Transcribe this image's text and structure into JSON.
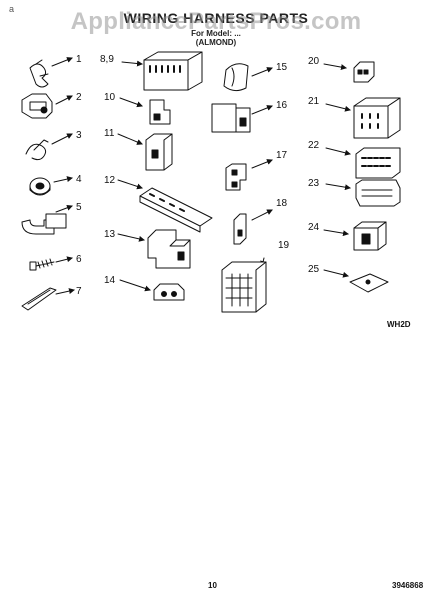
{
  "page": {
    "corner_mark": "a",
    "title": "WIRING HARNESS PARTS",
    "subtitle_model": "For Model: ...",
    "subtitle_code": "(ALMOND)",
    "watermark": "AppliancePartsPros.com"
  },
  "callouts": {
    "c1": "1",
    "c2": "2",
    "c3": "3",
    "c4": "4",
    "c5": "5",
    "c6": "6",
    "c7": "7",
    "c8_9": "8,9",
    "c10": "10",
    "c11": "11",
    "c12": "12",
    "c13": "13",
    "c14": "14",
    "c15": "15",
    "c16": "16",
    "c17": "17",
    "c18": "18",
    "c19": "19",
    "c20": "20",
    "c21": "21",
    "c22": "22",
    "c23": "23",
    "c24": "24",
    "c25": "25"
  },
  "footer": {
    "diagram_code": "WH2D",
    "page_number": "10",
    "document_number": "3946868"
  }
}
